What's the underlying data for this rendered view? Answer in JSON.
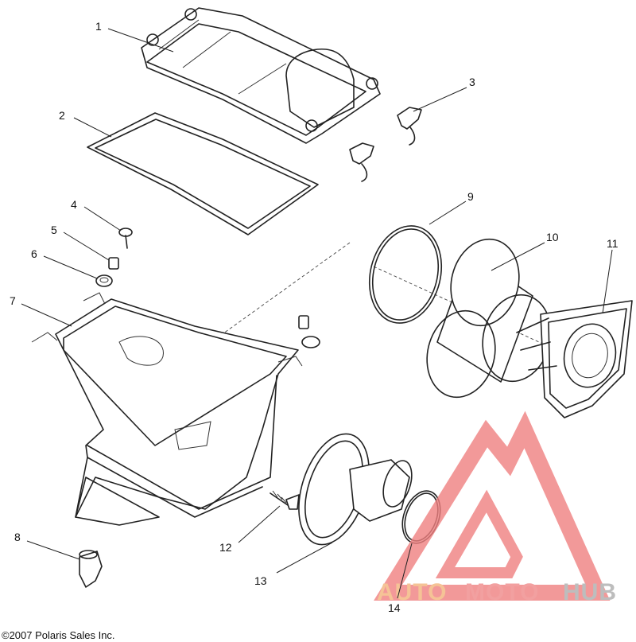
{
  "callouts": [
    "1",
    "2",
    "3",
    "4",
    "5",
    "6",
    "7",
    "8",
    "9",
    "10",
    "11",
    "12",
    "13",
    "14"
  ],
  "copyright": "©2007 Polaris Sales Inc.",
  "watermark": {
    "text_a": "AUTO",
    "text_b": "MOTO",
    "text_c": "HUB",
    "colors": {
      "auto": "#f5c396",
      "moto": "#f2a0a0",
      "hub": "#bdbdbd",
      "triangle": "#f08080"
    }
  }
}
